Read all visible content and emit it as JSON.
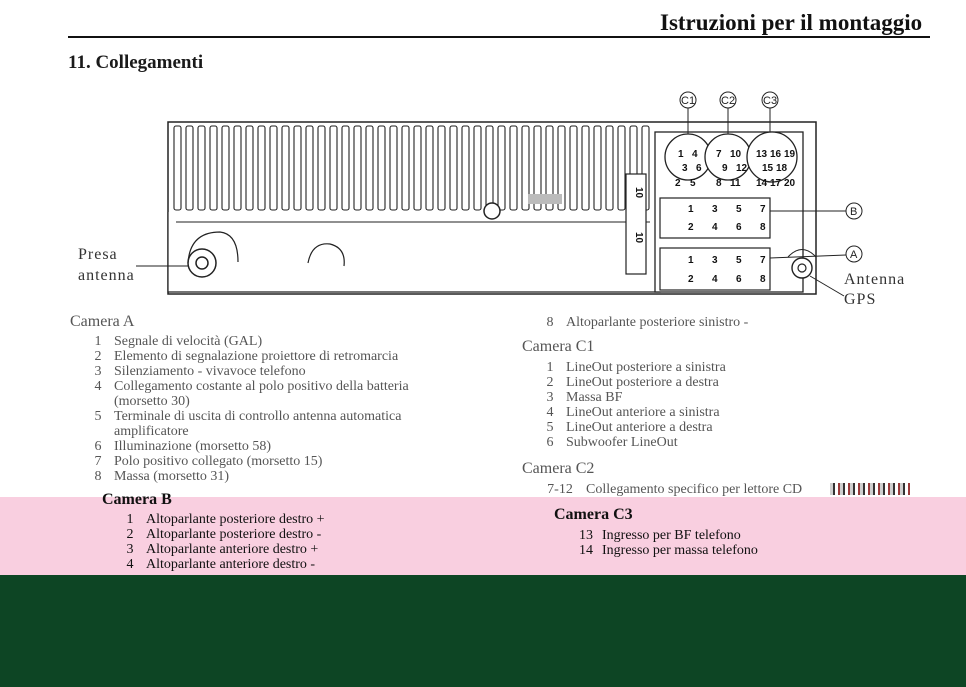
{
  "header": {
    "title": "Istruzioni per il montaggio"
  },
  "section": {
    "title": "11. Collegamenti"
  },
  "diagram": {
    "labels": {
      "presa_line1": "Presa",
      "presa_line2": "antenna",
      "gps_line1": "Antenna",
      "gps_line2": "GPS"
    },
    "connectors": [
      "C1",
      "C2",
      "C3"
    ],
    "block_labels": [
      "B",
      "A"
    ],
    "c1_pins": [
      "1",
      "4",
      "3",
      "6",
      "2",
      "5"
    ],
    "c2_pins": [
      "7",
      "10",
      "9",
      "12",
      "8",
      "11"
    ],
    "c3_pins": [
      "13",
      "16",
      "19",
      "15",
      "18",
      "14",
      "17",
      "20"
    ],
    "block_pins_top": [
      "1",
      "3",
      "5",
      "7"
    ],
    "block_pins_bottom": [
      "2",
      "4",
      "6",
      "8"
    ],
    "fuse_label": "10"
  },
  "camera_a": {
    "title": "Camera A",
    "items": [
      {
        "n": "1",
        "t": "Segnale di velocità (GAL)"
      },
      {
        "n": "2",
        "t": "Elemento di segnalazione proiettore di retromarcia"
      },
      {
        "n": "3",
        "t": "Silenziamento - vivavoce telefono"
      },
      {
        "n": "4",
        "t": "Collegamento costante al polo positivo della batteria (morsetto 30)"
      },
      {
        "n": "5",
        "t": "Terminale di uscita di controllo antenna automatica amplificatore"
      },
      {
        "n": "6",
        "t": "Illuminazione (morsetto 58)"
      },
      {
        "n": "7",
        "t": "Polo positivo collegato (morsetto 15)"
      },
      {
        "n": "8",
        "t": "Massa (morsetto 31)"
      }
    ]
  },
  "camera_a_extra": {
    "n": "8",
    "t": "Altoparlante posteriore sinistro -"
  },
  "camera_c1": {
    "title": "Camera C1",
    "items": [
      {
        "n": "1",
        "t": "LineOut posteriore a sinistra"
      },
      {
        "n": "2",
        "t": "LineOut posteriore a destra"
      },
      {
        "n": "3",
        "t": "Massa BF"
      },
      {
        "n": "4",
        "t": "LineOut anteriore a sinistra"
      },
      {
        "n": "5",
        "t": "LineOut anteriore a destra"
      },
      {
        "n": "6",
        "t": "Subwoofer LineOut"
      }
    ]
  },
  "camera_c2": {
    "title": "Camera C2",
    "items": [
      {
        "n": "7-12",
        "t": "Collegamento specifico per lettore CD"
      }
    ]
  },
  "camera_b": {
    "title": "Camera B",
    "items": [
      {
        "n": "1",
        "t": "Altoparlante posteriore destro +"
      },
      {
        "n": "2",
        "t": "Altoparlante posteriore destro -"
      },
      {
        "n": "3",
        "t": "Altoparlante anteriore destro +"
      },
      {
        "n": "4",
        "t": "Altoparlante anteriore destro -"
      }
    ]
  },
  "camera_c3": {
    "title": "Camera C3",
    "items": [
      {
        "n": "13",
        "t": "Ingresso per BF telefono"
      },
      {
        "n": "14",
        "t": "Ingresso per massa telefono"
      }
    ]
  },
  "colors": {
    "pink_band": "#f9cfe0",
    "green_band": "#0d4524"
  }
}
